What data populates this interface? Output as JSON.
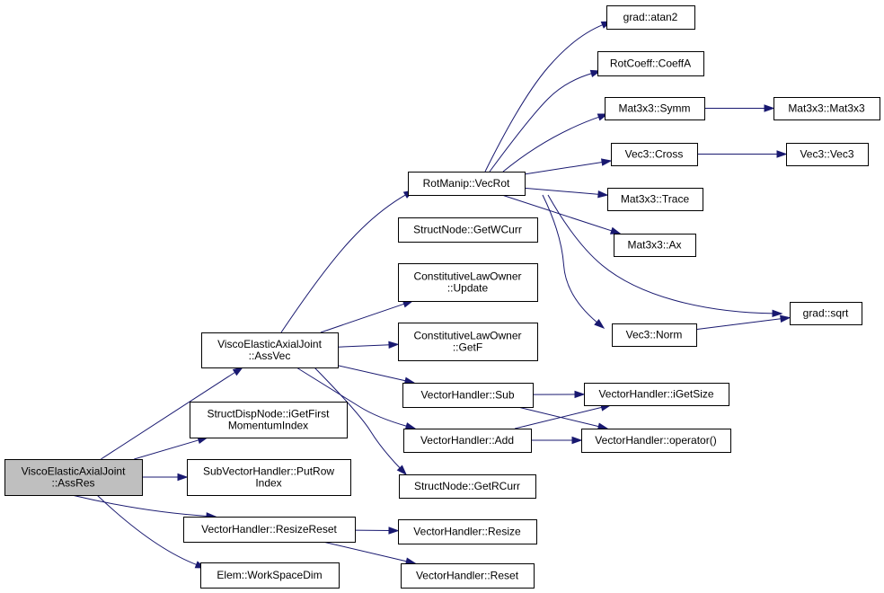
{
  "graph": {
    "root": "va_assres",
    "nodes": [
      {
        "id": "va_assres",
        "lines": [
          "ViscoElasticAxialJoint",
          "::AssRes"
        ],
        "highlighted": true
      },
      {
        "id": "va_assvec",
        "lines": [
          "ViscoElasticAxialJoint",
          "::AssVec"
        ]
      },
      {
        "id": "sdn_igetfirst",
        "lines": [
          "StructDispNode::iGetFirst",
          "MomentumIndex"
        ]
      },
      {
        "id": "svh_putrow",
        "lines": [
          "SubVectorHandler::PutRow",
          "Index"
        ]
      },
      {
        "id": "vh_resizereset",
        "lines": [
          "VectorHandler::ResizeReset"
        ]
      },
      {
        "id": "elem_workspace",
        "lines": [
          "Elem::WorkSpaceDim"
        ]
      },
      {
        "id": "rm_vecrot",
        "lines": [
          "RotManip::VecRot"
        ]
      },
      {
        "id": "sn_getwcurr",
        "lines": [
          "StructNode::GetWCurr"
        ]
      },
      {
        "id": "clo_update",
        "lines": [
          "ConstitutiveLawOwner",
          "::Update"
        ]
      },
      {
        "id": "clo_getf",
        "lines": [
          "ConstitutiveLawOwner",
          "::GetF"
        ]
      },
      {
        "id": "vh_sub",
        "lines": [
          "VectorHandler::Sub"
        ]
      },
      {
        "id": "vh_add",
        "lines": [
          "VectorHandler::Add"
        ]
      },
      {
        "id": "sn_getrcurr",
        "lines": [
          "StructNode::GetRCurr"
        ]
      },
      {
        "id": "vh_resize",
        "lines": [
          "VectorHandler::Resize"
        ]
      },
      {
        "id": "vh_reset",
        "lines": [
          "VectorHandler::Reset"
        ]
      },
      {
        "id": "grad_atan2",
        "lines": [
          "grad::atan2"
        ]
      },
      {
        "id": "rc_coeffa",
        "lines": [
          "RotCoeff::CoeffA"
        ]
      },
      {
        "id": "m33_symm",
        "lines": [
          "Mat3x3::Symm"
        ]
      },
      {
        "id": "v3_cross",
        "lines": [
          "Vec3::Cross"
        ]
      },
      {
        "id": "m33_trace",
        "lines": [
          "Mat3x3::Trace"
        ]
      },
      {
        "id": "m33_ax",
        "lines": [
          "Mat3x3::Ax"
        ]
      },
      {
        "id": "v3_norm",
        "lines": [
          "Vec3::Norm"
        ]
      },
      {
        "id": "grad_sqrt",
        "lines": [
          "grad::sqrt"
        ]
      },
      {
        "id": "vh_igetsize",
        "lines": [
          "VectorHandler::iGetSize"
        ]
      },
      {
        "id": "vh_operator",
        "lines": [
          "VectorHandler::operator()"
        ]
      },
      {
        "id": "m33_m33",
        "lines": [
          "Mat3x3::Mat3x3"
        ]
      },
      {
        "id": "v3_v3",
        "lines": [
          "Vec3::Vec3"
        ]
      }
    ],
    "edges": [
      {
        "from": "va_assres",
        "to": "va_assvec"
      },
      {
        "from": "va_assres",
        "to": "sdn_igetfirst"
      },
      {
        "from": "va_assres",
        "to": "svh_putrow"
      },
      {
        "from": "va_assres",
        "to": "vh_resizereset"
      },
      {
        "from": "va_assres",
        "to": "elem_workspace"
      },
      {
        "from": "va_assvec",
        "to": "rm_vecrot"
      },
      {
        "from": "va_assvec",
        "to": "clo_update"
      },
      {
        "from": "va_assvec",
        "to": "clo_getf"
      },
      {
        "from": "va_assvec",
        "to": "vh_sub"
      },
      {
        "from": "va_assvec",
        "to": "vh_add"
      },
      {
        "from": "va_assvec",
        "to": "sn_getrcurr"
      },
      {
        "from": "rm_vecrot",
        "to": "grad_atan2"
      },
      {
        "from": "rm_vecrot",
        "to": "rc_coeffa"
      },
      {
        "from": "rm_vecrot",
        "to": "m33_symm"
      },
      {
        "from": "rm_vecrot",
        "to": "v3_cross"
      },
      {
        "from": "rm_vecrot",
        "to": "m33_trace"
      },
      {
        "from": "rm_vecrot",
        "to": "m33_ax"
      },
      {
        "from": "rm_vecrot",
        "to": "v3_norm"
      },
      {
        "from": "rm_vecrot",
        "to": "grad_sqrt"
      },
      {
        "from": "m33_symm",
        "to": "m33_m33"
      },
      {
        "from": "v3_cross",
        "to": "v3_v3"
      },
      {
        "from": "v3_norm",
        "to": "grad_sqrt"
      },
      {
        "from": "vh_sub",
        "to": "vh_igetsize"
      },
      {
        "from": "vh_sub",
        "to": "vh_operator"
      },
      {
        "from": "vh_add",
        "to": "vh_igetsize"
      },
      {
        "from": "vh_add",
        "to": "vh_operator"
      },
      {
        "from": "vh_resizereset",
        "to": "vh_resize"
      },
      {
        "from": "vh_resizereset",
        "to": "vh_reset"
      }
    ]
  }
}
